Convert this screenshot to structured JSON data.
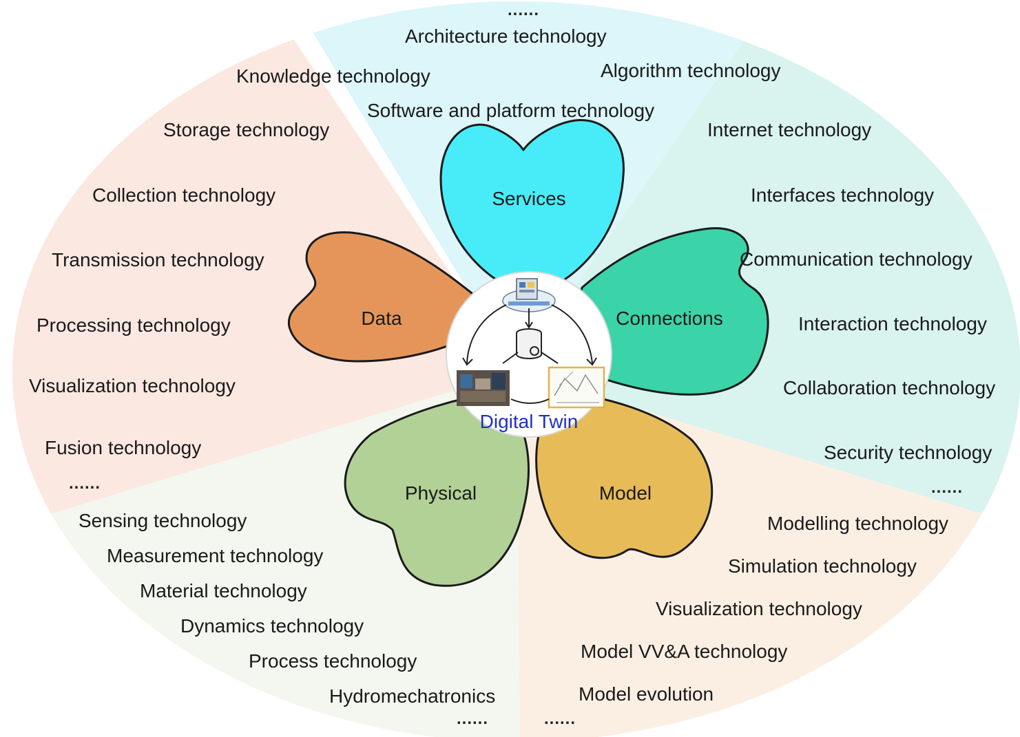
{
  "center": {
    "label": "Digital Twin"
  },
  "ellipsis": "......",
  "colors": {
    "services_sector": "#dcf6fa",
    "connections_sector": "#d9f3ef",
    "model_sector": "#fbefe3",
    "physical_sector": "#f4f7ef",
    "data_sector": "#fbe8e1",
    "services_petal": "#47ecf8",
    "connections_petal": "#3bd3a8",
    "model_petal": "#e7bc58",
    "physical_petal": "#b2d196",
    "data_petal": "#e5955a",
    "center_label": "#1d2fc9"
  },
  "petals": {
    "services": "Services",
    "connections": "Connections",
    "model": "Model",
    "physical": "Physical",
    "data": "Data"
  },
  "groups": {
    "services": {
      "items": [
        "Architecture technology",
        "Knowledge technology",
        "Algorithm technology",
        "Software and platform technology"
      ]
    },
    "connections": {
      "items": [
        "Internet technology",
        "Interfaces technology",
        "Communication technology",
        "Interaction technology",
        "Collaboration technology",
        "Security technology"
      ]
    },
    "model": {
      "items": [
        "Modelling technology",
        "Simulation technology",
        "Visualization technology",
        "Model VV&A technology",
        "Model evolution"
      ]
    },
    "physical": {
      "items": [
        "Sensing technology",
        "Measurement technology",
        "Material technology",
        "Dynamics technology",
        "Process technology",
        "Hydromechatronics"
      ]
    },
    "data": {
      "items": [
        "Storage technology",
        "Collection technology",
        "Transmission technology",
        "Processing technology",
        "Visualization technology",
        "Fusion technology"
      ]
    }
  }
}
